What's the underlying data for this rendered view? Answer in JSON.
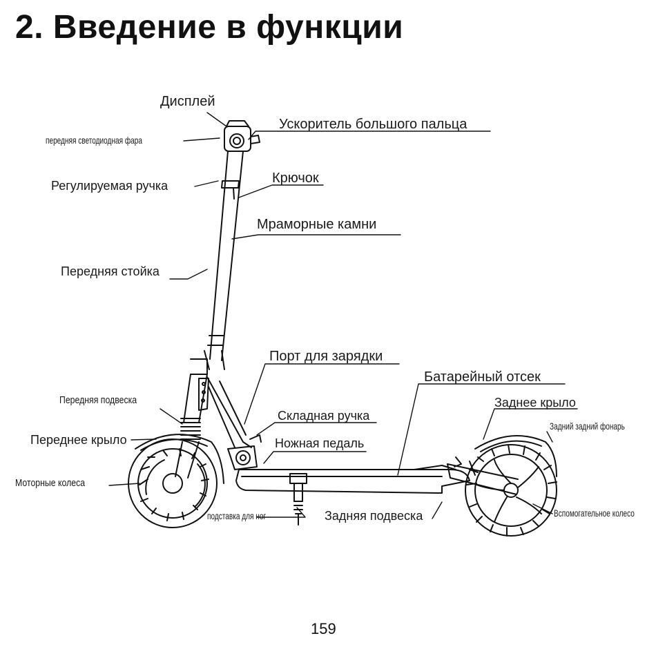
{
  "page": {
    "title": "2. Введение в функции",
    "page_number": "159"
  },
  "labels": {
    "display": "Дисплей",
    "front_led": "передняя светодиодная фара",
    "thumb_throttle": "Ускоритель большого пальца",
    "adjustable_handle": "Регулируемая ручка",
    "hook": "Крючок",
    "marble_stones": "Мраморные камни",
    "front_post": "Передняя стойка",
    "charging_port": "Порт для зарядки",
    "battery": "Батарейный отсек",
    "front_suspension": "Передняя подвеска",
    "rear_fender": "Заднее крыло",
    "folding_handle": "Складная ручка",
    "rear_light": "Задний задний фонарь",
    "front_fender": "Переднее крыло",
    "foot_pedal": "Ножная педаль",
    "motor_wheel": "Моторные колеса",
    "kickstand": "подставка для ног",
    "rear_suspension": "Задняя подвеска",
    "aux_wheel": "Вспомогательное колесо"
  }
}
